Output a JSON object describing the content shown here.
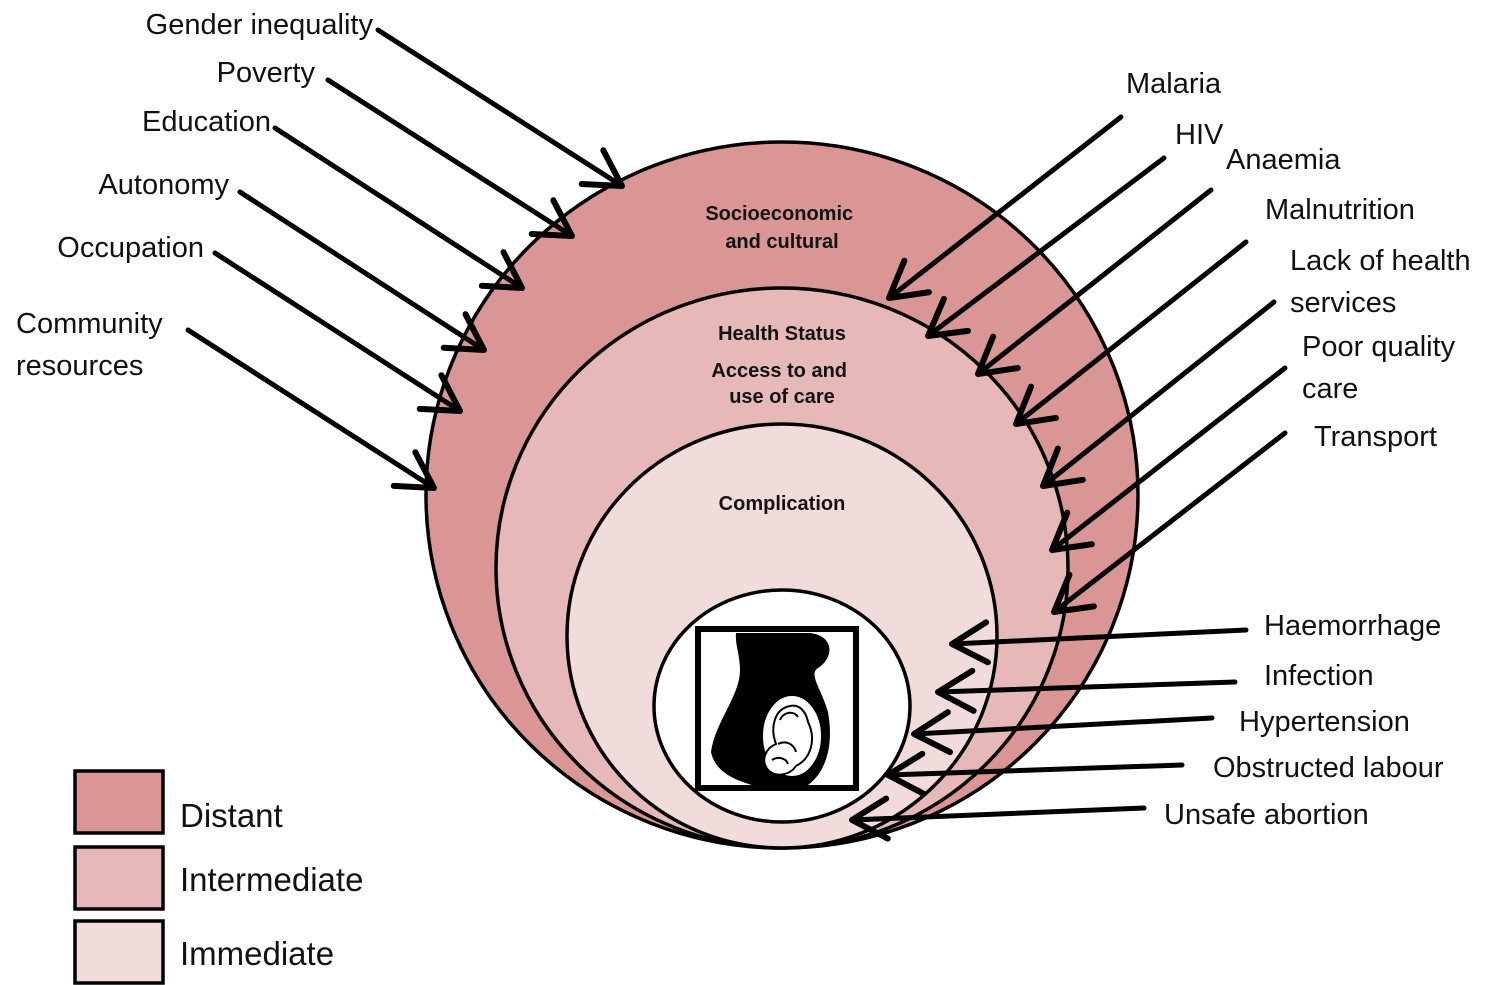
{
  "rings": {
    "distant": {
      "label_lines": [
        "Socioeconomic",
        "and cultural"
      ],
      "color": "#d99694"
    },
    "intermediate": {
      "label_lines": [
        "Health Status"
      ],
      "sub_lines": [
        "Access to and",
        "use of care"
      ],
      "color": "#e6b8b7"
    },
    "immediate": {
      "label_lines": [
        "Complication"
      ],
      "color": "#f2dcdb"
    }
  },
  "left_factors": [
    {
      "lines": [
        "Gender inequality"
      ]
    },
    {
      "lines": [
        "Poverty"
      ]
    },
    {
      "lines": [
        "Education"
      ]
    },
    {
      "lines": [
        "Autonomy"
      ]
    },
    {
      "lines": [
        "Occupation"
      ]
    },
    {
      "lines": [
        "Community",
        "resources"
      ]
    }
  ],
  "right_factors": [
    {
      "lines": [
        "Malaria"
      ]
    },
    {
      "lines": [
        "HIV"
      ]
    },
    {
      "lines": [
        "Anaemia"
      ]
    },
    {
      "lines": [
        "Malnutrition"
      ]
    },
    {
      "lines": [
        "Lack of health",
        "services"
      ]
    },
    {
      "lines": [
        "Poor quality",
        "care"
      ]
    },
    {
      "lines": [
        "Transport"
      ]
    }
  ],
  "complications": [
    {
      "lines": [
        "Haemorrhage"
      ]
    },
    {
      "lines": [
        "Infection"
      ]
    },
    {
      "lines": [
        "Hypertension"
      ]
    },
    {
      "lines": [
        "Obstructed labour"
      ]
    },
    {
      "lines": [
        "Unsafe abortion"
      ]
    }
  ],
  "legend": [
    {
      "label": "Distant",
      "color": "#d99694"
    },
    {
      "label": "Intermediate",
      "color": "#e6b8b7"
    },
    {
      "label": "Immediate",
      "color": "#f2dcdb"
    }
  ],
  "icon": "pregnancy-icon"
}
